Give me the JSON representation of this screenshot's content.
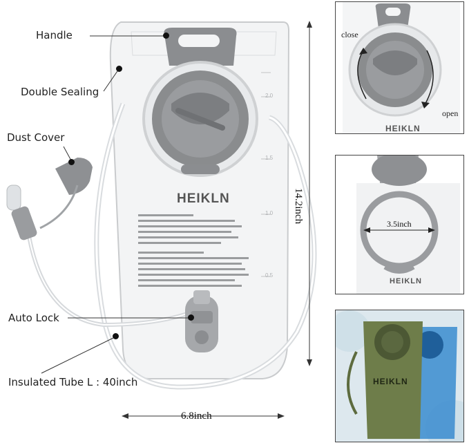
{
  "callouts": {
    "handle": "Handle",
    "double_sealing": "Double Sealing",
    "dust_cover": "Dust Cover",
    "auto_lock": "Auto Lock",
    "insulated_tube": "Insulated Tube L : 40inch"
  },
  "dimensions": {
    "height": "14.2inch",
    "width": "6.8inch",
    "opening": "3.5inch"
  },
  "brand": "HEIKLN",
  "cap_panel": {
    "close": "close",
    "open": "open"
  },
  "scale_marks": [
    "2.0",
    "1.5",
    "1.0",
    "0.5"
  ],
  "colors": {
    "bladder": "#f2f3f4",
    "cap_gray": "#8a8c8e",
    "accent_green": "#6e7d4a",
    "accent_blue": "#2f7fc1"
  }
}
